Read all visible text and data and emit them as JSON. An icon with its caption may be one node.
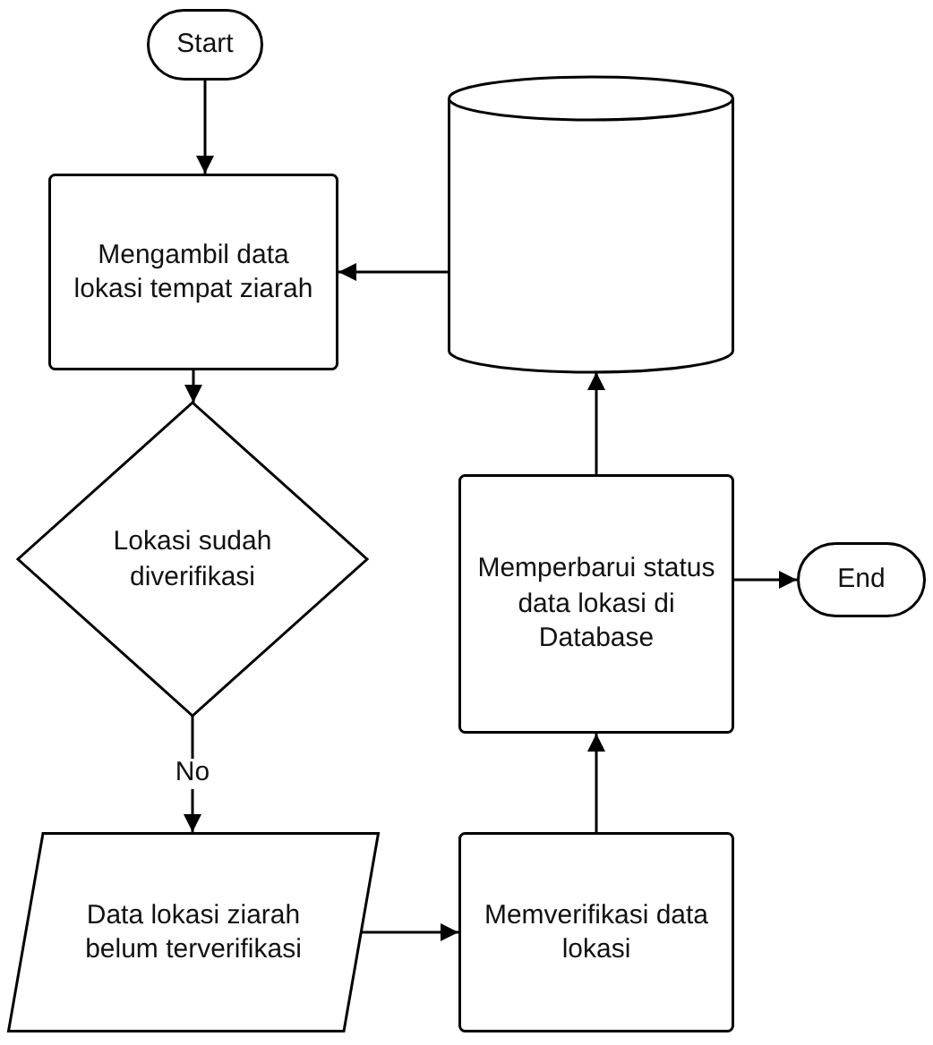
{
  "diagram": {
    "nodes": [
      {
        "text": [
          "Start"
        ]
      },
      {
        "text": [
          "Mengambil data lokasi tempat ziarah"
        ]
      },
      {
        "text": [],
        "shape": "cylinder"
      },
      {
        "text": [
          "Lokasi sudah diverifikasi"
        ]
      },
      {
        "text": [
          "Data lokasi ziarah belum terverifikasi"
        ]
      },
      {
        "text": [
          "Memperbarui status data lokasi di Database"
        ]
      },
      {
        "text": [
          "Memverifikasi data lokasi"
        ]
      },
      {
        "text": [
          "End"
        ]
      }
    ],
    "edges": [
      {
        "from": 0,
        "to": 1,
        "arrow": "to"
      },
      {
        "from": 2,
        "to": 1,
        "arrow": "to"
      },
      {
        "from": 1,
        "to": 3,
        "arrow": "to"
      },
      {
        "from": 3,
        "to": 4,
        "arrow": "to",
        "label": "No"
      },
      {
        "from": 4,
        "to": 6,
        "arrow": "to"
      },
      {
        "from": 6,
        "to": 5,
        "arrow": "to"
      },
      {
        "from": 5,
        "to": 2,
        "arrow": "to"
      },
      {
        "from": 5,
        "to": 7,
        "arrow": "to"
      }
    ]
  }
}
